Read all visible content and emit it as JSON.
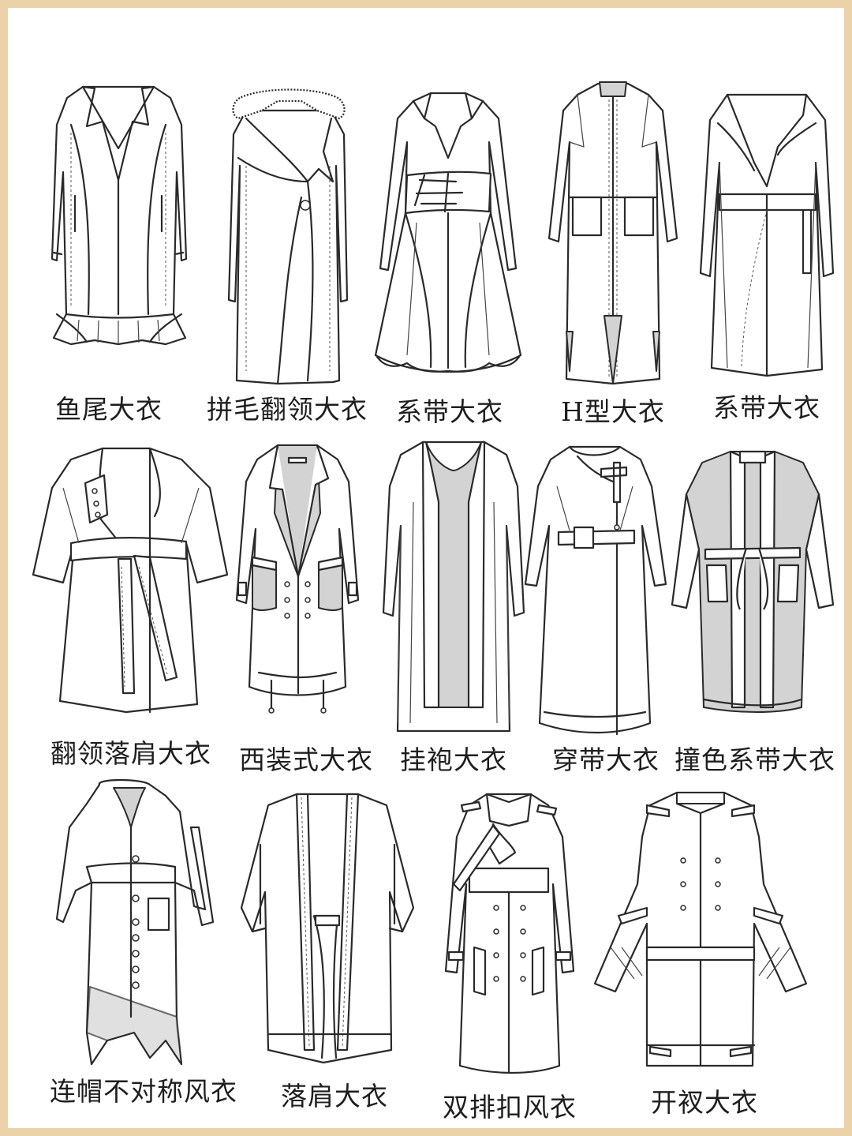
{
  "colors": {
    "border": "#ecd2a9",
    "background": "#ffffff",
    "contrast_panel": "#d3d3d3"
  },
  "items": [
    {
      "label": "鱼尾大衣",
      "icon": "fishtail-coat-icon"
    },
    {
      "label": "拼毛翻领大衣",
      "icon": "fur-collar-coat-icon"
    },
    {
      "label": "系带大衣",
      "icon": "belted-coat-icon"
    },
    {
      "label": "H型大衣",
      "icon": "h-line-coat-icon"
    },
    {
      "label": "系带大衣",
      "icon": "belted-coat-icon"
    },
    {
      "label": "翻领落肩大衣",
      "icon": "lapel-drop-shoulder-coat-icon"
    },
    {
      "label": "西装式大衣",
      "icon": "suit-style-coat-icon"
    },
    {
      "label": "挂袍大衣",
      "icon": "robe-coat-icon"
    },
    {
      "label": "穿带大衣",
      "icon": "strap-coat-icon"
    },
    {
      "label": "撞色系带大衣",
      "icon": "contrast-belted-coat-icon"
    },
    {
      "label": "连帽不对称风衣",
      "icon": "hooded-asymmetric-trench-icon"
    },
    {
      "label": "落肩大衣",
      "icon": "drop-shoulder-coat-icon"
    },
    {
      "label": "双排扣风衣",
      "icon": "double-breasted-trench-icon"
    },
    {
      "label": "开衩大衣",
      "icon": "slit-coat-icon"
    }
  ]
}
